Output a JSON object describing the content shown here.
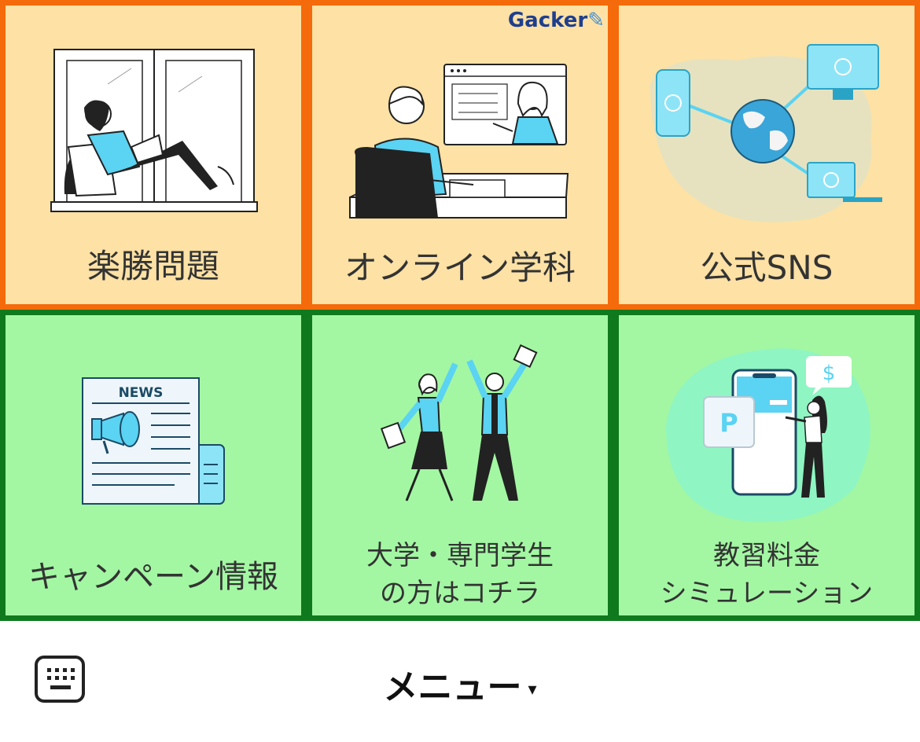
{
  "menu": {
    "tiles": [
      {
        "lines": [
          "楽勝問題"
        ]
      },
      {
        "lines": [
          "オンライン学科"
        ],
        "badge": "Gacker"
      },
      {
        "lines": [
          "公式SNS"
        ]
      },
      {
        "lines": [
          "キャンペーン情報"
        ],
        "news_text": "NEWS"
      },
      {
        "lines": [
          "大学・専門学生",
          "の方はコチラ"
        ]
      },
      {
        "lines": [
          "教習料金",
          "シミュレーション"
        ],
        "dollar": "$"
      }
    ]
  },
  "footer": {
    "title": "メニュー",
    "caret": "▾",
    "keyboard_icon": "keyboard-icon"
  },
  "colors": {
    "orange_bg": "#fde1a5",
    "orange_border": "#f56a0a",
    "green_bg": "#a3f7a3",
    "green_border": "#0f7a1d",
    "accent": "#5bd3f2"
  }
}
